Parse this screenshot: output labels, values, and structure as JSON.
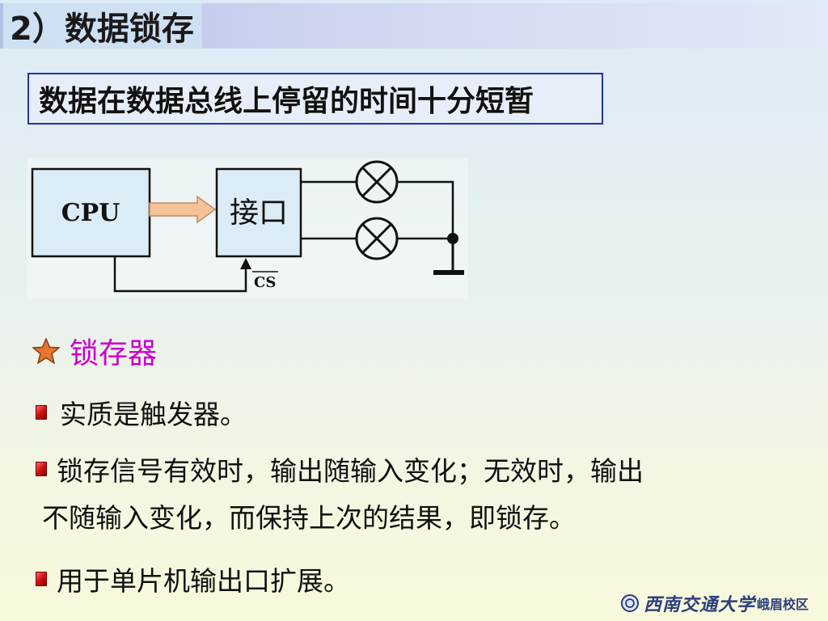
{
  "slide": {
    "title": "2）数据锁存",
    "banner": "数据在数据总线上停留的时间十分短暂",
    "diagram": {
      "cpu_label": "CPU",
      "interface_label": "接口",
      "cs_label": "CS"
    },
    "heading": "锁存器",
    "bullets": [
      "实质是触发器。",
      "锁存信号有效时，输出随输入变化；无效时，输出",
      "用于单片机输出口扩展。"
    ],
    "bullet_continuation": "不随输入变化，而保持上次的结果，即锁存。",
    "logo": {
      "name": "西南交通大学",
      "campus": "峨眉校区"
    }
  },
  "colors": {
    "title_band": "#b4bfe4",
    "banner_border": "#2233aa",
    "heading": "#cc00cc",
    "bullet": "#d01010",
    "arrow_fill": "#f4c39a"
  }
}
